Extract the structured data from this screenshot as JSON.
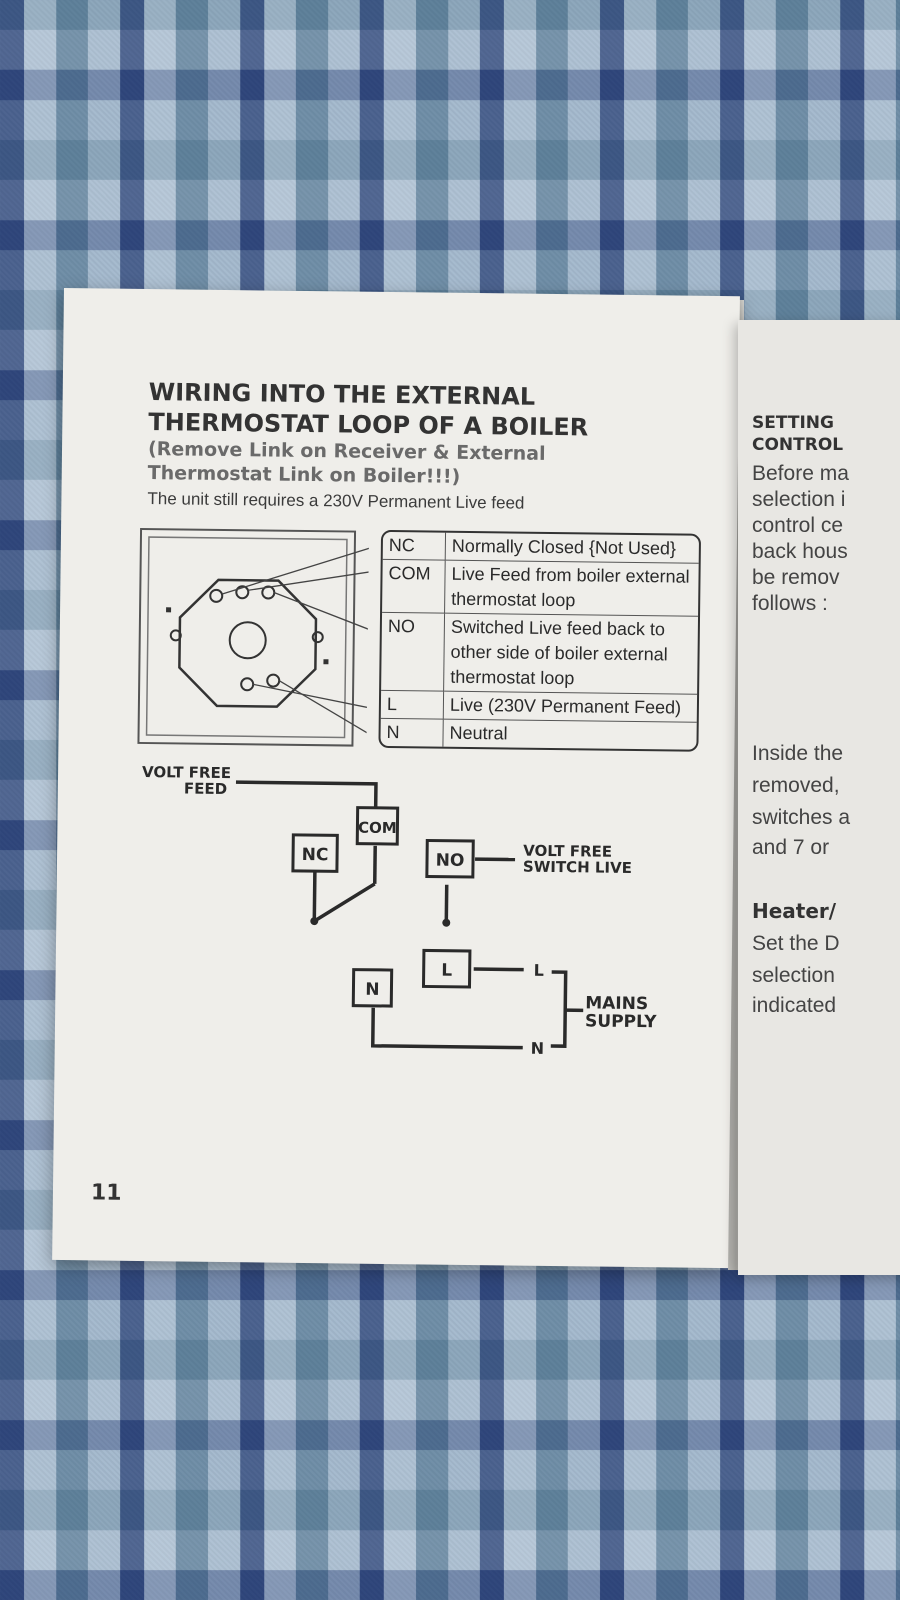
{
  "left_page": {
    "title_line1": "WIRING INTO THE EXTERNAL",
    "title_line2": "THERMOSTAT LOOP OF A BOILER",
    "subtitle_line1": "(Remove Link on Receiver & External",
    "subtitle_line2": "Thermostat Link on Boiler!!!)",
    "note": "The unit still requires a 230V Permanent Live feed",
    "terminal_table": [
      {
        "code": "NC",
        "description": "Normally Closed {Not Used}"
      },
      {
        "code": "COM",
        "description": "Live Feed from boiler external thermostat loop"
      },
      {
        "code": "NO",
        "description": "Switched Live feed back to other side of boiler external thermostat loop"
      },
      {
        "code": "L",
        "description": "Live (230V Permanent Feed)"
      },
      {
        "code": "N",
        "description": "Neutral"
      }
    ],
    "schematic": {
      "volt_free_feed_line1": "VOLT FREE",
      "volt_free_feed_line2": "FEED",
      "com_label": "COM",
      "nc_label": "NC",
      "no_label": "NO",
      "volt_free_switch_line1": "VOLT FREE",
      "volt_free_switch_line2": "SWITCH LIVE",
      "l_label": "L",
      "n_label": "N",
      "mains_l": "L",
      "mains_n": "N",
      "mains_line1": "MAINS",
      "mains_line2": "SUPPLY"
    },
    "page_number": "11"
  },
  "right_page": {
    "heading_line1": "SETTING",
    "heading_line2": "CONTROL",
    "para1": [
      "Before ma",
      "selection i",
      "control ce",
      "back hous",
      "be remov",
      "follows :"
    ],
    "para2": [
      "Inside the",
      "removed,",
      "switches a",
      "and 7 or"
    ],
    "heading2": "Heater/",
    "para3": [
      "Set the D",
      "selection",
      "indicated"
    ]
  }
}
